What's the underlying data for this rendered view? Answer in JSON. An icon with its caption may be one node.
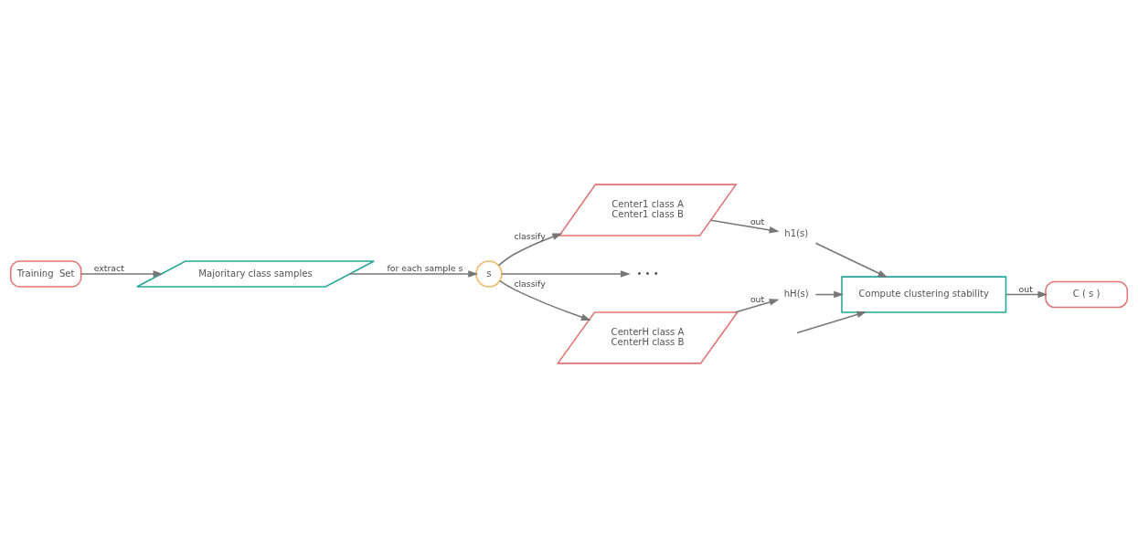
{
  "diagram": {
    "nodes": [
      {
        "text": [
          "Training  Set"
        ]
      },
      {
        "text": [
          "Majoritary class samples"
        ]
      },
      {
        "text": [
          "s"
        ]
      },
      {
        "text": [
          "Center1 class A",
          "Center1 class B"
        ]
      },
      {
        "text": [
          "h1(s)"
        ]
      },
      {
        "text": [
          "• • •"
        ]
      },
      {
        "text": [
          "CenterH class A",
          "CenterH class B"
        ]
      },
      {
        "text": [
          "hH(s)"
        ]
      },
      {
        "text": [
          "Compute clustering stability"
        ]
      },
      {
        "text": [
          "C ( s )"
        ]
      }
    ],
    "edges": [
      {
        "from": 0,
        "to": 1,
        "arrow": "to",
        "label": "extract"
      },
      {
        "from": 1,
        "to": 2,
        "arrow": "to",
        "label": "for each sample s"
      },
      {
        "from": 2,
        "to": 3,
        "arrow": "to",
        "label": "classify"
      },
      {
        "from": 2,
        "to": 5,
        "arrow": "to"
      },
      {
        "from": 2,
        "to": 6,
        "arrow": "to",
        "label": "classify"
      },
      {
        "from": 3,
        "to": 4,
        "arrow": "to",
        "label": "out"
      },
      {
        "from": 6,
        "to": 7,
        "arrow": "to",
        "label": "out"
      },
      {
        "from": 4,
        "to": 8,
        "arrow": "to"
      },
      {
        "from": null,
        "to": 8,
        "arrow": "to"
      },
      {
        "from": 7,
        "to": 8,
        "arrow": "to"
      },
      {
        "from": 8,
        "to": 9,
        "arrow": "to",
        "label": "out"
      }
    ]
  }
}
